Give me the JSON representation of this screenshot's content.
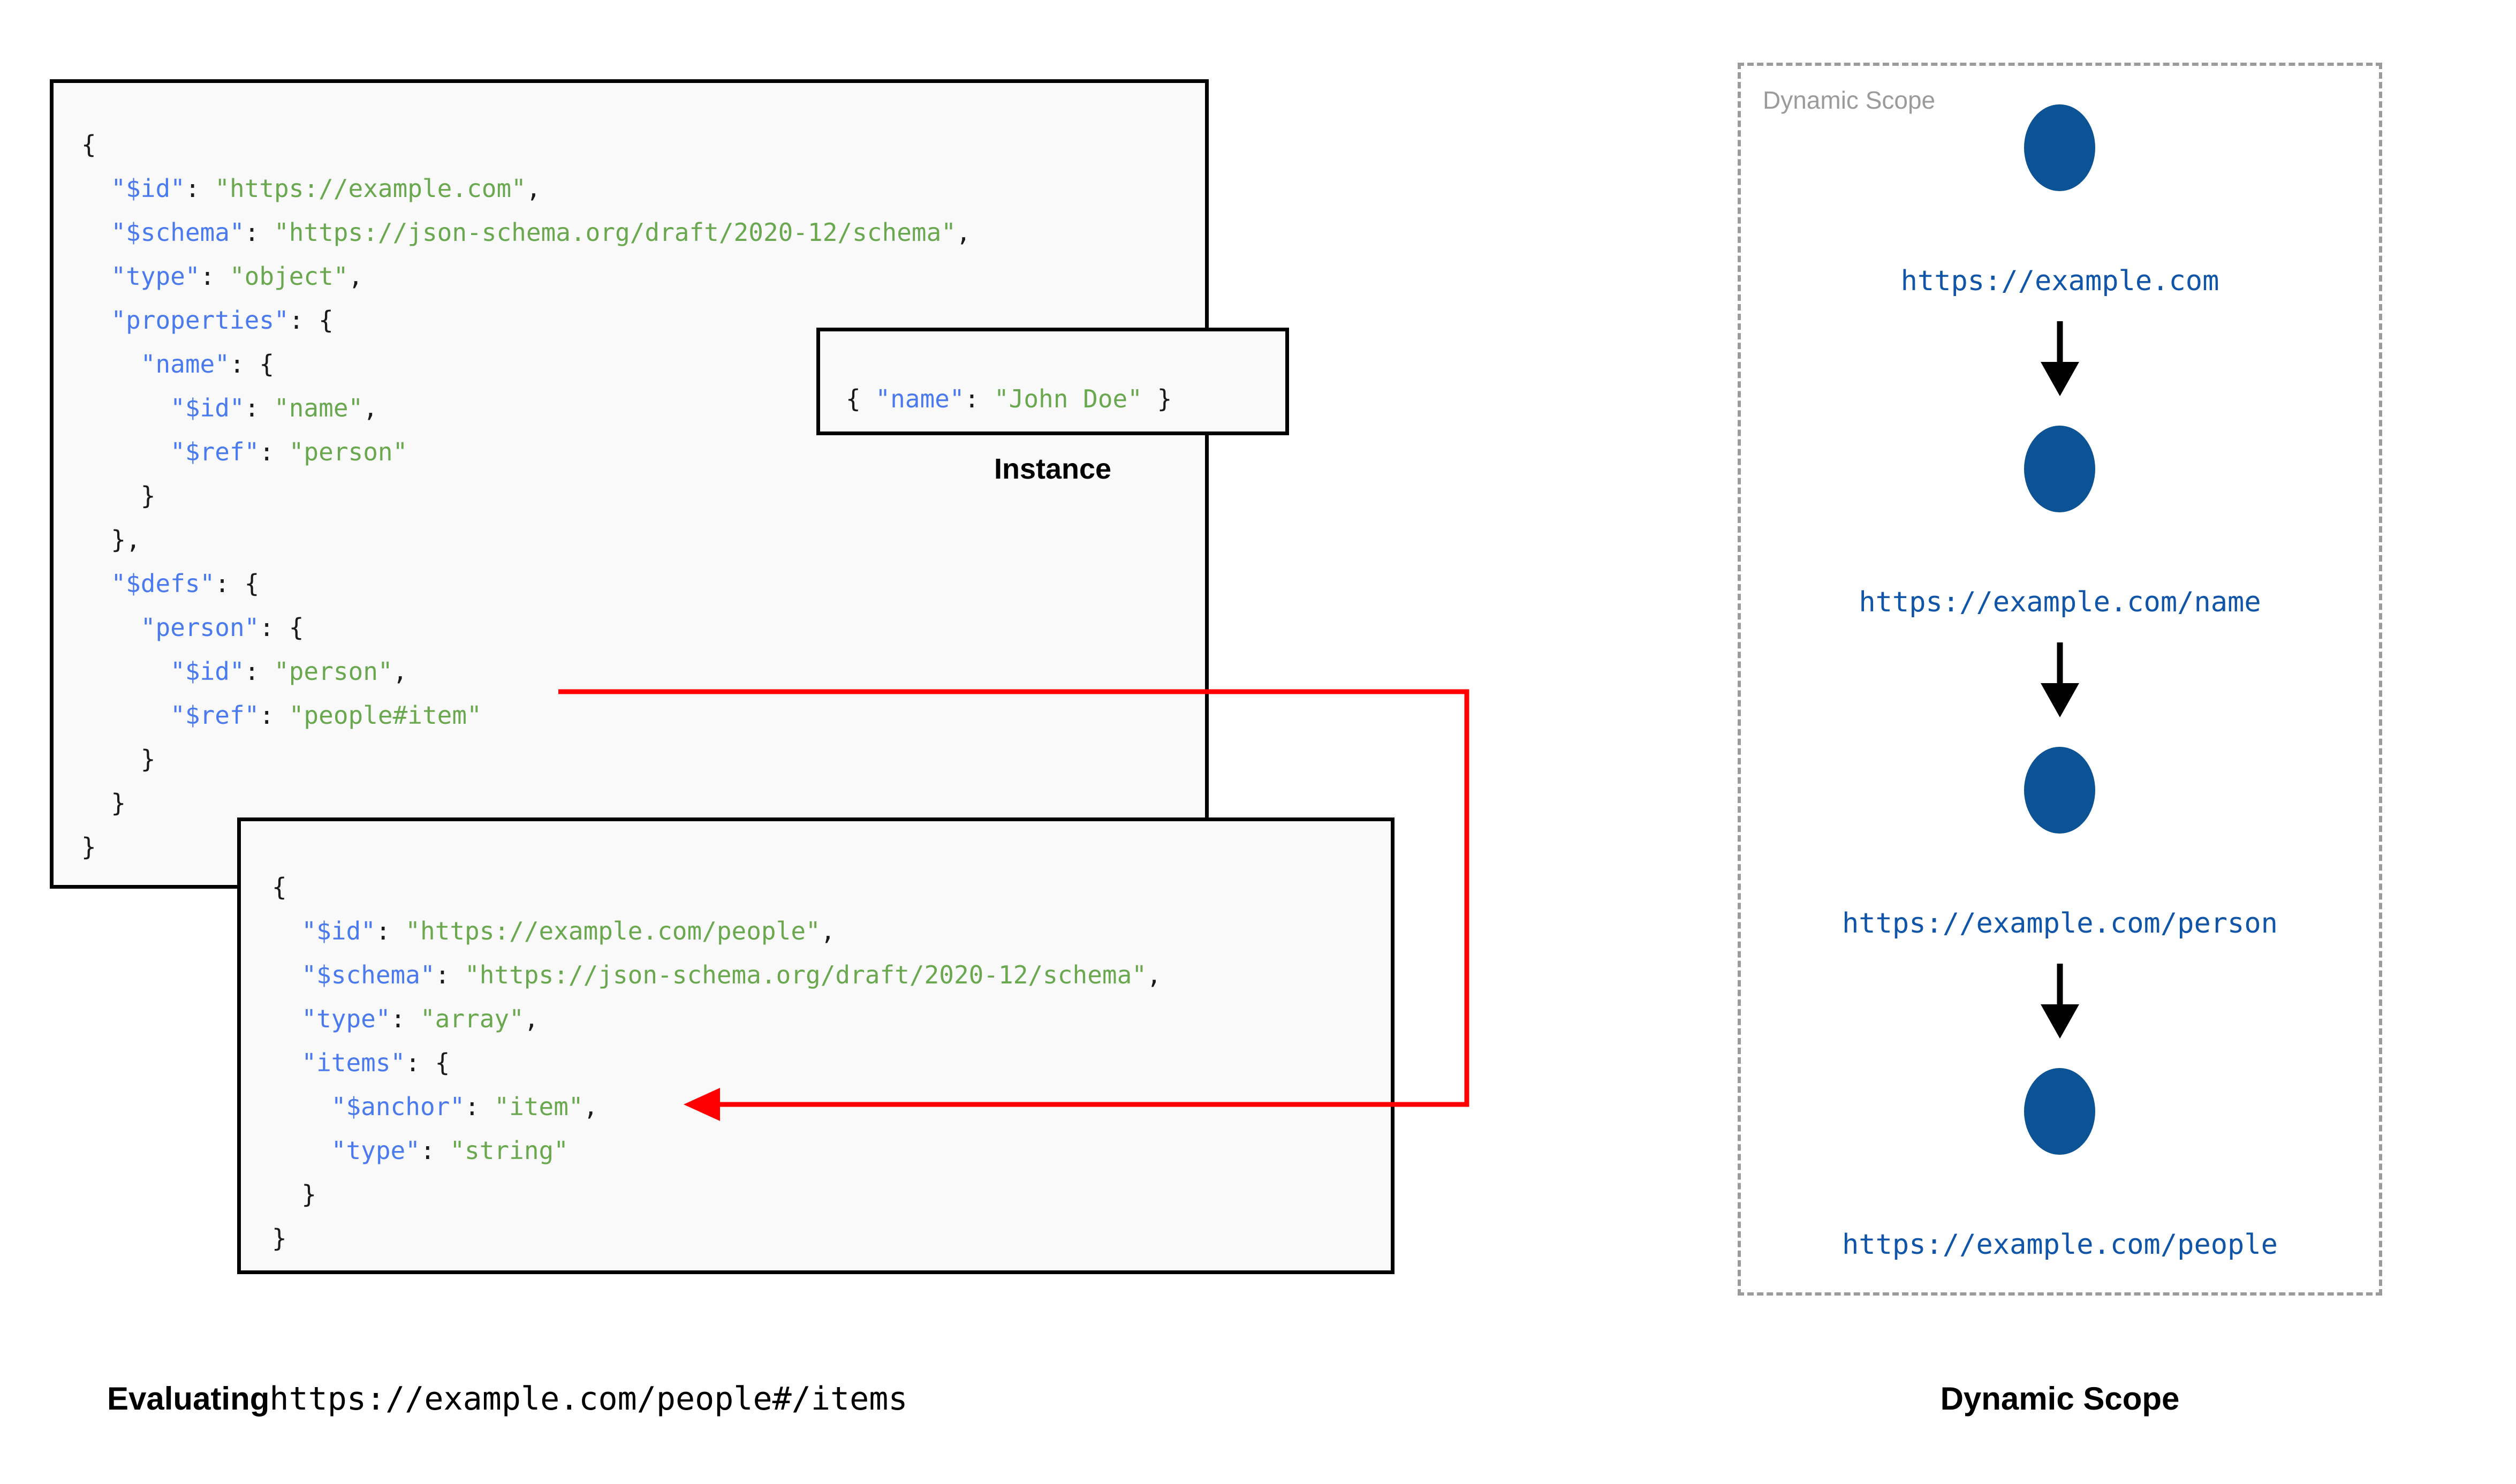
{
  "colors": {
    "json_key": "#4a7aee",
    "json_string": "#6aa84f",
    "node_fill": "#0b5394",
    "node_label": "#1155a8",
    "reference_arrow": "#ff0000",
    "panel_border": "#9b9b9b",
    "box_border": "#000000",
    "box_background": "#f9f9f9"
  },
  "schema_root": {
    "title": "root-schema",
    "lines": [
      [
        {
          "t": "{",
          "c": "p"
        }
      ],
      [
        {
          "t": "  ",
          "c": "p"
        },
        {
          "t": "\"$id\"",
          "c": "k"
        },
        {
          "t": ": ",
          "c": "p"
        },
        {
          "t": "\"https://example.com\"",
          "c": "s"
        },
        {
          "t": ",",
          "c": "p"
        }
      ],
      [
        {
          "t": "  ",
          "c": "p"
        },
        {
          "t": "\"$schema\"",
          "c": "k"
        },
        {
          "t": ": ",
          "c": "p"
        },
        {
          "t": "\"https://json-schema.org/draft/2020-12/schema\"",
          "c": "s"
        },
        {
          "t": ",",
          "c": "p"
        }
      ],
      [
        {
          "t": "  ",
          "c": "p"
        },
        {
          "t": "\"type\"",
          "c": "k"
        },
        {
          "t": ": ",
          "c": "p"
        },
        {
          "t": "\"object\"",
          "c": "s"
        },
        {
          "t": ",",
          "c": "p"
        }
      ],
      [
        {
          "t": "  ",
          "c": "p"
        },
        {
          "t": "\"properties\"",
          "c": "k"
        },
        {
          "t": ": {",
          "c": "p"
        }
      ],
      [
        {
          "t": "    ",
          "c": "p"
        },
        {
          "t": "\"name\"",
          "c": "k"
        },
        {
          "t": ": {",
          "c": "p"
        }
      ],
      [
        {
          "t": "      ",
          "c": "p"
        },
        {
          "t": "\"$id\"",
          "c": "k"
        },
        {
          "t": ": ",
          "c": "p"
        },
        {
          "t": "\"name\"",
          "c": "s"
        },
        {
          "t": ",",
          "c": "p"
        }
      ],
      [
        {
          "t": "      ",
          "c": "p"
        },
        {
          "t": "\"$ref\"",
          "c": "k"
        },
        {
          "t": ": ",
          "c": "p"
        },
        {
          "t": "\"person\"",
          "c": "s"
        }
      ],
      [
        {
          "t": "    }",
          "c": "p"
        }
      ],
      [
        {
          "t": "  },",
          "c": "p"
        }
      ],
      [
        {
          "t": "  ",
          "c": "p"
        },
        {
          "t": "\"$defs\"",
          "c": "k"
        },
        {
          "t": ": {",
          "c": "p"
        }
      ],
      [
        {
          "t": "    ",
          "c": "p"
        },
        {
          "t": "\"person\"",
          "c": "k"
        },
        {
          "t": ": {",
          "c": "p"
        }
      ],
      [
        {
          "t": "      ",
          "c": "p"
        },
        {
          "t": "\"$id\"",
          "c": "k"
        },
        {
          "t": ": ",
          "c": "p"
        },
        {
          "t": "\"person\"",
          "c": "s"
        },
        {
          "t": ",",
          "c": "p"
        }
      ],
      [
        {
          "t": "      ",
          "c": "p"
        },
        {
          "t": "\"$ref\"",
          "c": "k"
        },
        {
          "t": ": ",
          "c": "p"
        },
        {
          "t": "\"people#item\"",
          "c": "s"
        }
      ],
      [
        {
          "t": "    }",
          "c": "p"
        }
      ],
      [
        {
          "t": "  }",
          "c": "p"
        }
      ],
      [
        {
          "t": "}",
          "c": "p"
        }
      ]
    ]
  },
  "schema_people": {
    "title": "people-schema",
    "lines": [
      [
        {
          "t": "{",
          "c": "p"
        }
      ],
      [
        {
          "t": "  ",
          "c": "p"
        },
        {
          "t": "\"$id\"",
          "c": "k"
        },
        {
          "t": ": ",
          "c": "p"
        },
        {
          "t": "\"https://example.com/people\"",
          "c": "s"
        },
        {
          "t": ",",
          "c": "p"
        }
      ],
      [
        {
          "t": "  ",
          "c": "p"
        },
        {
          "t": "\"$schema\"",
          "c": "k"
        },
        {
          "t": ": ",
          "c": "p"
        },
        {
          "t": "\"https://json-schema.org/draft/2020-12/schema\"",
          "c": "s"
        },
        {
          "t": ",",
          "c": "p"
        }
      ],
      [
        {
          "t": "  ",
          "c": "p"
        },
        {
          "t": "\"type\"",
          "c": "k"
        },
        {
          "t": ": ",
          "c": "p"
        },
        {
          "t": "\"array\"",
          "c": "s"
        },
        {
          "t": ",",
          "c": "p"
        }
      ],
      [
        {
          "t": "  ",
          "c": "p"
        },
        {
          "t": "\"items\"",
          "c": "k"
        },
        {
          "t": ": {",
          "c": "p"
        }
      ],
      [
        {
          "t": "    ",
          "c": "p"
        },
        {
          "t": "\"$anchor\"",
          "c": "k"
        },
        {
          "t": ": ",
          "c": "p"
        },
        {
          "t": "\"item\"",
          "c": "s"
        },
        {
          "t": ",",
          "c": "p"
        }
      ],
      [
        {
          "t": "    ",
          "c": "p"
        },
        {
          "t": "\"type\"",
          "c": "k"
        },
        {
          "t": ": ",
          "c": "p"
        },
        {
          "t": "\"string\"",
          "c": "s"
        }
      ],
      [
        {
          "t": "  }",
          "c": "p"
        }
      ],
      [
        {
          "t": "}",
          "c": "p"
        }
      ]
    ]
  },
  "instance": {
    "caption": "Instance",
    "lines": [
      [
        {
          "t": "{ ",
          "c": "p"
        },
        {
          "t": "\"name\"",
          "c": "k"
        },
        {
          "t": ": ",
          "c": "p"
        },
        {
          "t": "\"John Doe\"",
          "c": "s"
        },
        {
          "t": " }",
          "c": "p"
        }
      ]
    ]
  },
  "dynamic_scope": {
    "inner_label": "Dynamic Scope",
    "caption": "Dynamic Scope",
    "nodes": [
      {
        "label": "https://example.com"
      },
      {
        "label": "https://example.com/name"
      },
      {
        "label": "https://example.com/person"
      },
      {
        "label": "https://example.com/people"
      }
    ]
  },
  "evaluating_caption": {
    "strong": "Evaluating",
    "mono": "https://example.com/people#/items"
  }
}
